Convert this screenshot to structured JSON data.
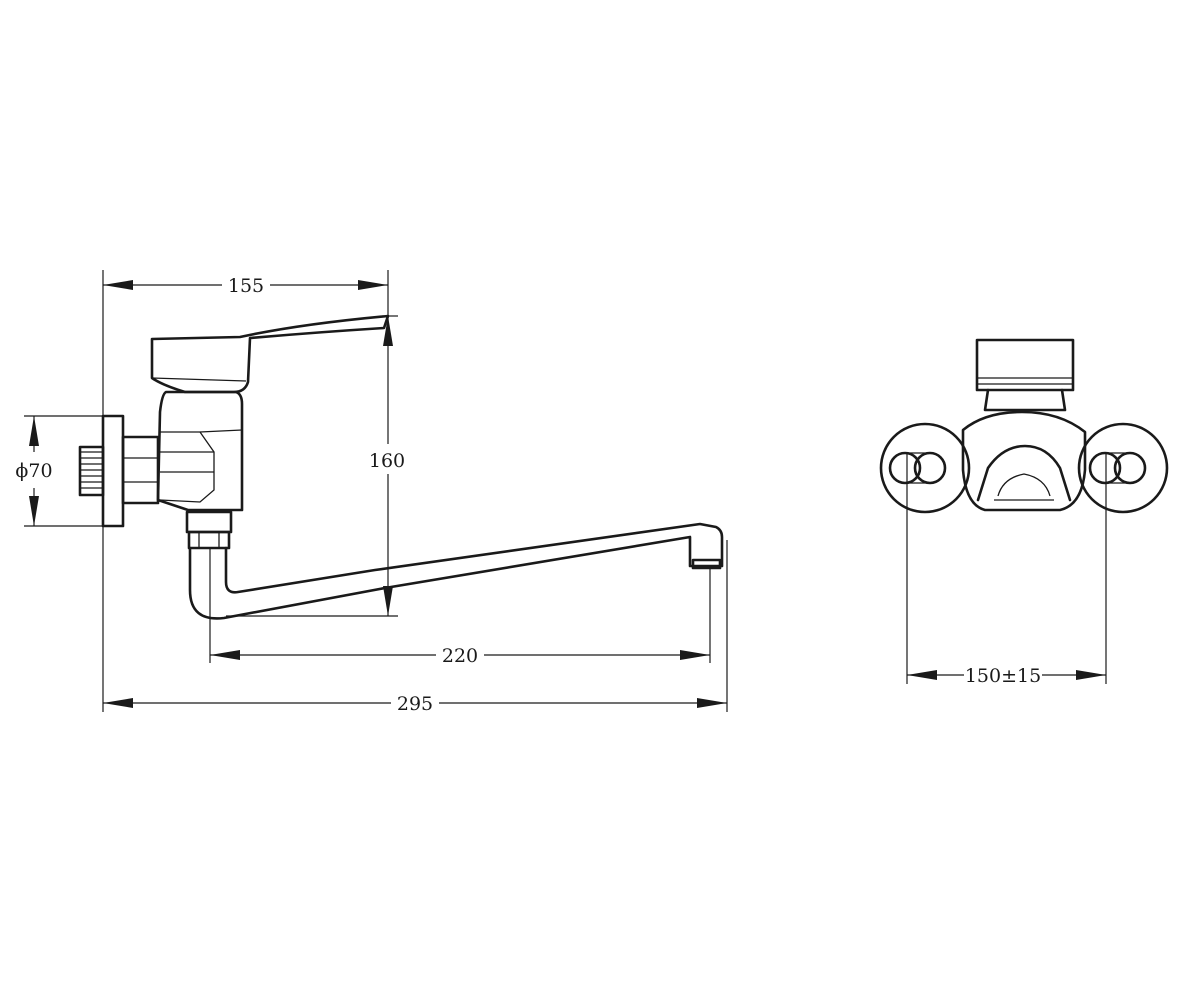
{
  "dimensions": {
    "top_width": "155",
    "height": "160",
    "flange_diameter": "ϕ70",
    "spout_reach": "220",
    "overall_length": "295",
    "inlet_spacing": "150±15"
  }
}
